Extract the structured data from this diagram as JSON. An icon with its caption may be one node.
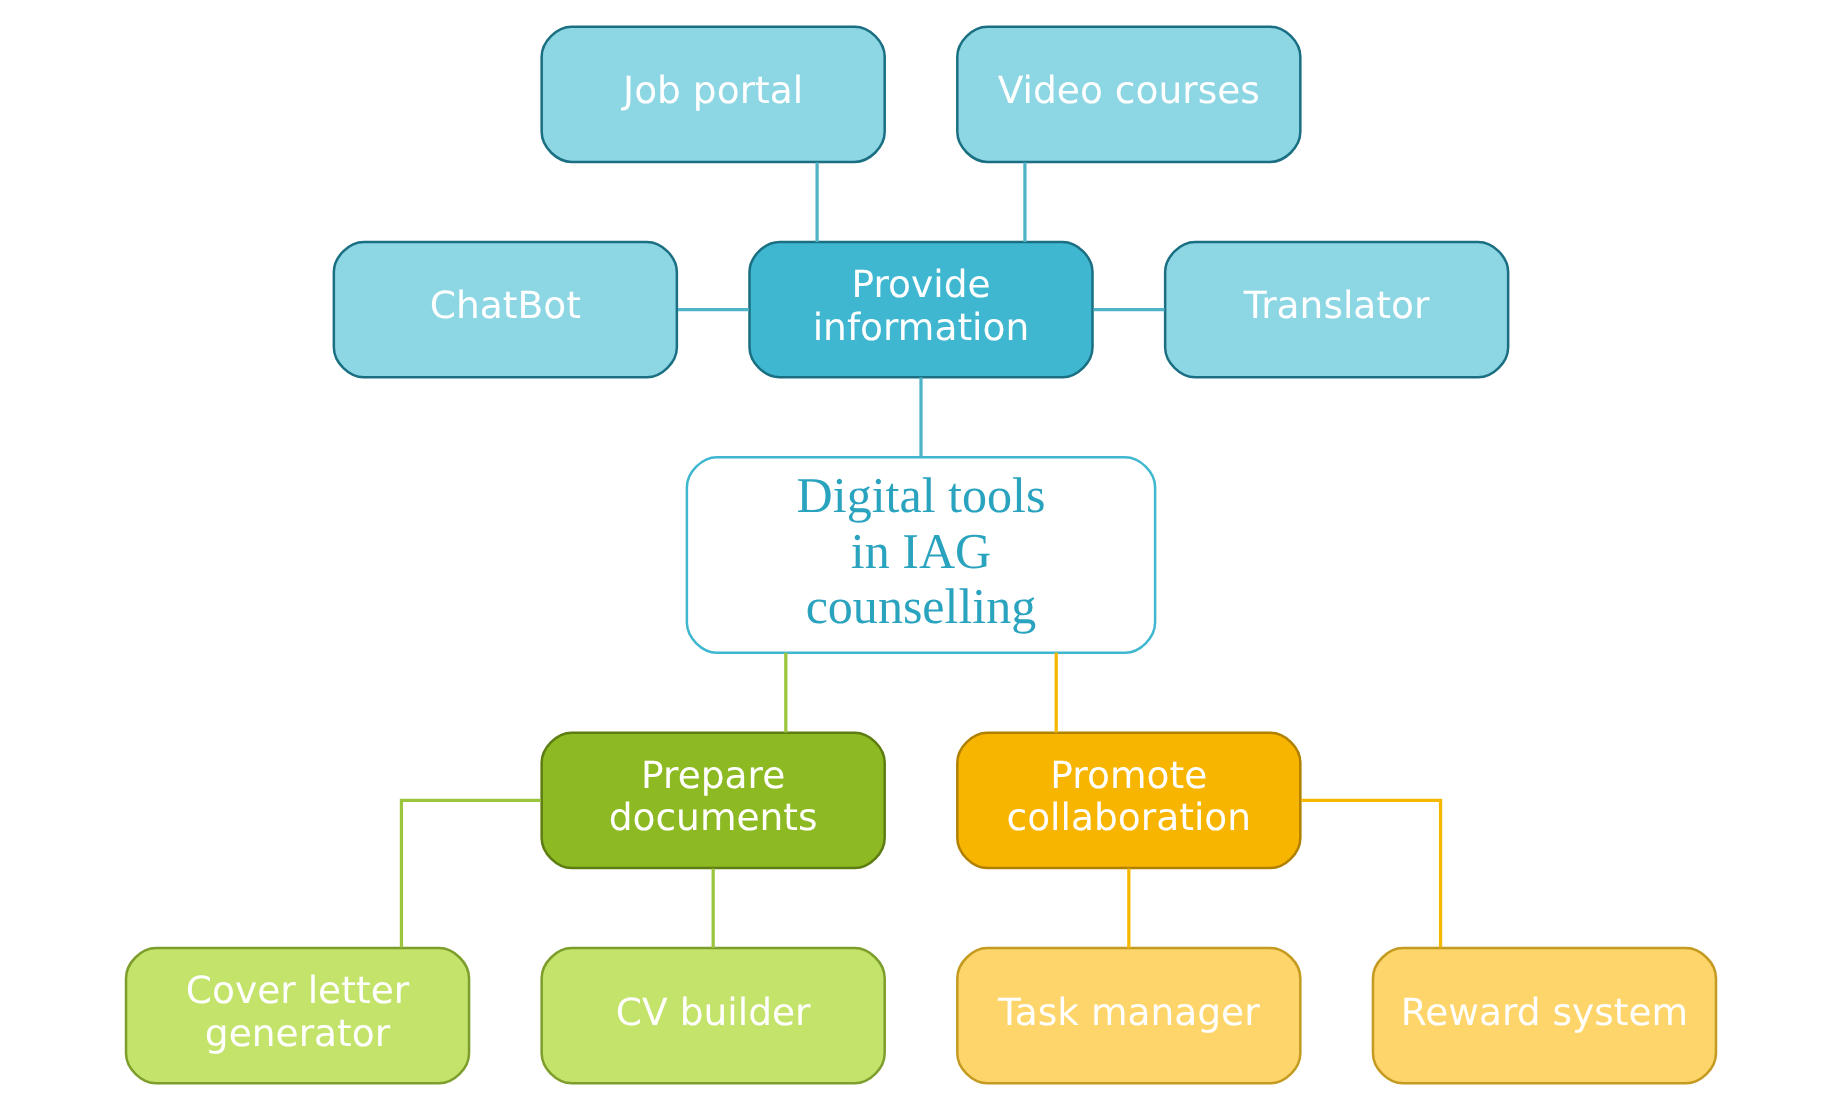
{
  "diagram": {
    "nodes": [
      {
        "text": [
          "Job portal"
        ]
      },
      {
        "text": [
          "Video courses"
        ]
      },
      {
        "text": [
          "ChatBot"
        ]
      },
      {
        "text": [
          "Provide information"
        ]
      },
      {
        "text": [
          "Translator"
        ]
      },
      {
        "text": [
          "Digital tools in IAG counselling"
        ]
      },
      {
        "text": [
          "Prepare documents"
        ]
      },
      {
        "text": [
          "Promote collaboration"
        ]
      },
      {
        "text": [
          "Cover letter generator"
        ]
      },
      {
        "text": [
          "CV builder"
        ]
      },
      {
        "text": [
          "Task manager"
        ]
      },
      {
        "text": [
          "Reward system"
        ]
      }
    ],
    "edges": [
      {
        "from": 0,
        "to": 3,
        "arrow": "none"
      },
      {
        "from": 1,
        "to": 3,
        "arrow": "none"
      },
      {
        "from": 2,
        "to": 3,
        "arrow": "none"
      },
      {
        "from": 3,
        "to": 4,
        "arrow": "none"
      },
      {
        "from": 3,
        "to": 5,
        "arrow": "none"
      },
      {
        "from": 5,
        "to": 6,
        "arrow": "none",
        "color": "#9bc53d"
      },
      {
        "from": 5,
        "to": 7,
        "arrow": "none",
        "color": "#f5b800"
      },
      {
        "from": 6,
        "to": 8,
        "arrow": "none",
        "color": "#9bc53d"
      },
      {
        "from": 6,
        "to": 9,
        "arrow": "none",
        "color": "#9bc53d"
      },
      {
        "from": 7,
        "to": 10,
        "arrow": "none",
        "color": "#f5b800"
      },
      {
        "from": 7,
        "to": 11,
        "arrow": "none",
        "color": "#f5b800"
      }
    ]
  }
}
